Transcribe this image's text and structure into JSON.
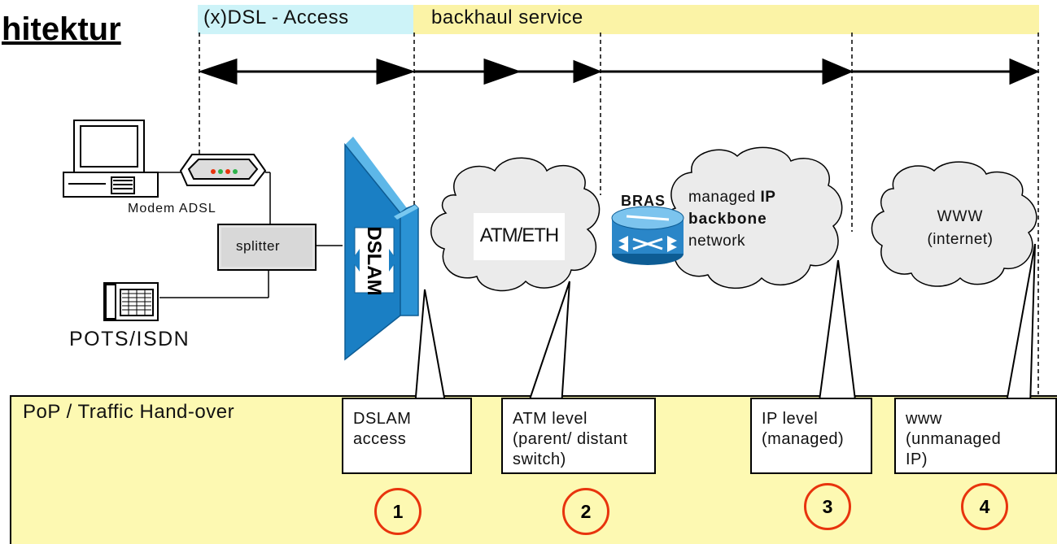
{
  "title": "hitektur",
  "segments": {
    "access_label": "(x)DSL - Access",
    "backhaul_label": "backhaul service"
  },
  "devices": {
    "modem_label": "Modem ADSL",
    "splitter_label": "splitter",
    "phone_label": "POTS/ISDN",
    "dslam_label": "DSLAM"
  },
  "clouds": {
    "atm_label": "ATM/ETH",
    "bras_label": "BRAS",
    "backbone_line1_pre": "managed ",
    "backbone_line1_bold": "IP",
    "backbone_line2": "backbone",
    "backbone_line3": "network",
    "www_line1": "WWW",
    "www_line2": "(internet)"
  },
  "pop": {
    "title": "PoP / Traffic Hand-over",
    "callouts": [
      {
        "lines": [
          "DSLAM",
          "access"
        ],
        "number": "1"
      },
      {
        "lines": [
          "ATM level",
          "(parent/ distant",
          "switch)"
        ],
        "number": "2"
      },
      {
        "lines": [
          "IP level",
          "(managed)"
        ],
        "number": "3"
      },
      {
        "lines": [
          "www",
          "(unmanaged",
          "IP)"
        ],
        "number": "4"
      }
    ]
  },
  "colors": {
    "access_bar": "#cdf3f8",
    "backhaul_bar": "#fbf3a6",
    "pop_panel": "#fdf9b2",
    "circle": "#e8340d",
    "dslam": "#1a7fc4",
    "router": "#2a86c8"
  }
}
